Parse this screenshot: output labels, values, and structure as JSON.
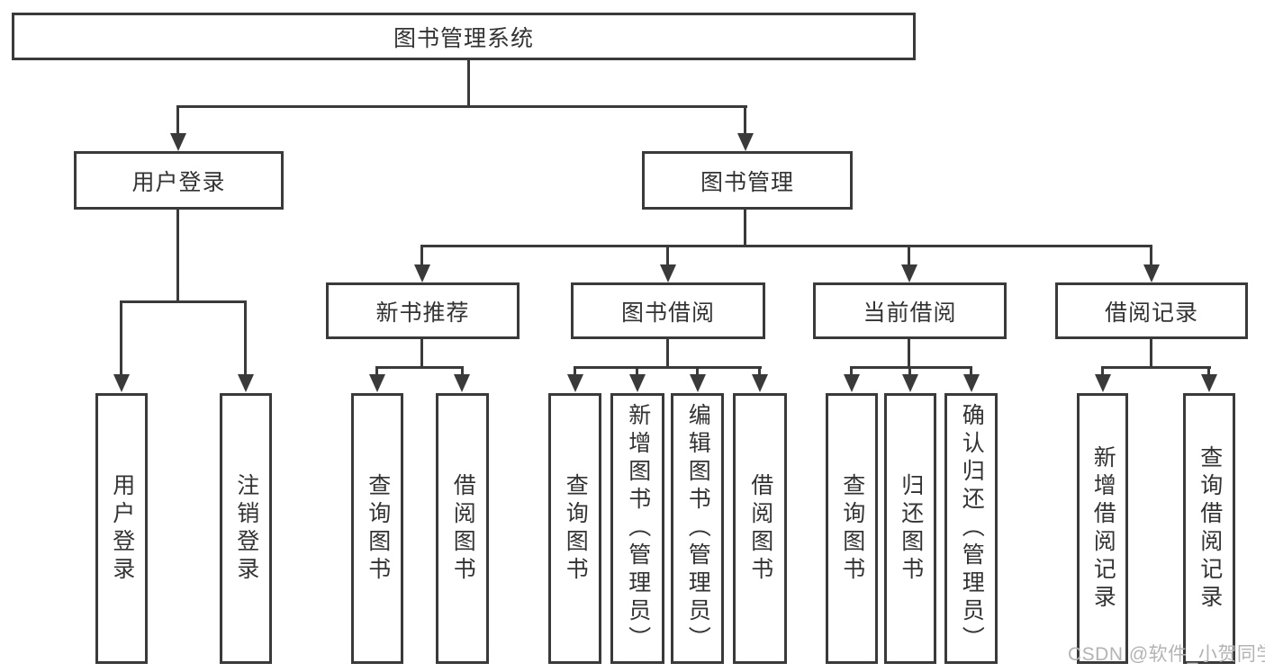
{
  "colors": {
    "line": "#3a3a3a",
    "box_border": "#3a3a3a",
    "box_fill": "#ffffff",
    "text": "#333333",
    "watermark": "#b3b3b3"
  },
  "root": {
    "label": "图书管理系统"
  },
  "level2": [
    {
      "label": "用户登录"
    },
    {
      "label": "图书管理"
    }
  ],
  "level3": [
    {
      "label": "新书推荐"
    },
    {
      "label": "图书借阅"
    },
    {
      "label": "当前借阅"
    },
    {
      "label": "借阅记录"
    }
  ],
  "leaves": {
    "user_login": [
      "用户登录",
      "注销登录"
    ],
    "new_book": [
      "查询图书",
      "借阅图书"
    ],
    "book_borrow": [
      "查询图书",
      "新增图书（管理员）",
      "编辑图书（管理员）",
      "借阅图书"
    ],
    "current_borrow": [
      "查询图书",
      "归还图书",
      "确认归还（管理员）"
    ],
    "borrow_record": [
      "新增借阅记录",
      "查询借阅记录"
    ]
  },
  "watermark": "CSDN @软件_小贺同学"
}
